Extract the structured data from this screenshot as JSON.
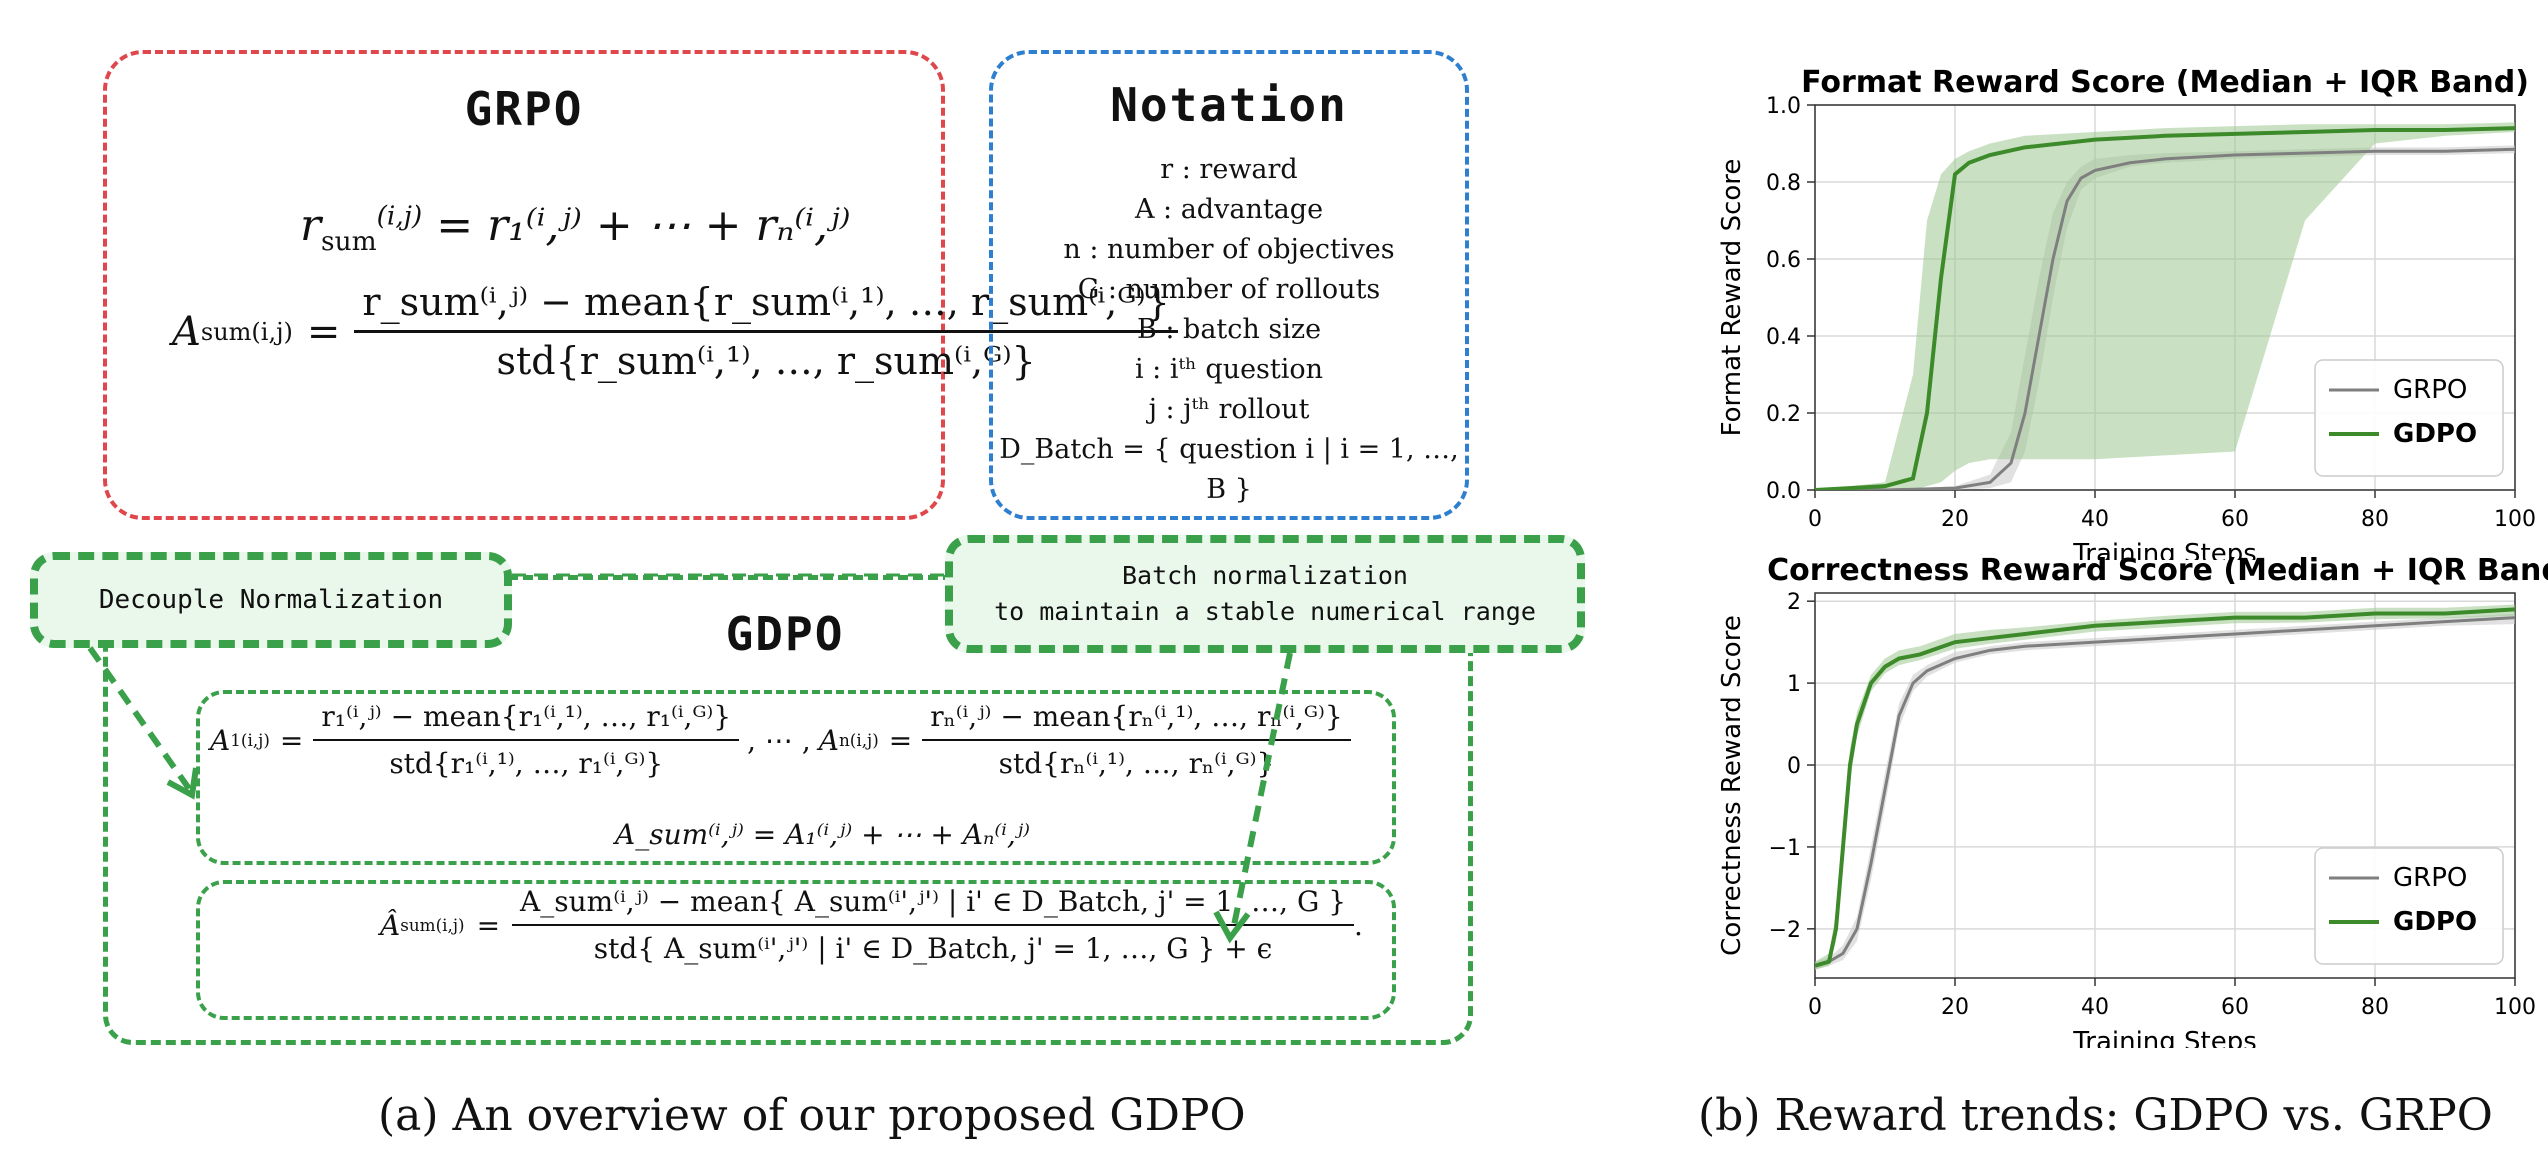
{
  "panel_a": {
    "grpo": {
      "title": "GRPO",
      "eq1_lhs": "r",
      "eq1_rhs": "= r₁⁽ⁱ,ʲ⁾ + ⋯ + rₙ⁽ⁱ,ʲ⁾",
      "eq2_lhs": "A",
      "eq2_num": "r_sum⁽ⁱ,ʲ⁾ − mean{r_sum⁽ⁱ,¹⁾, …, r_sum⁽ⁱ,ᴳ⁾}",
      "eq2_den": "std{r_sum⁽ⁱ,¹⁾, …, r_sum⁽ⁱ,ᴳ⁾}"
    },
    "notation": {
      "title": "Notation",
      "items": [
        "r : reward",
        "A : advantage",
        "n : number of objectives",
        "G : number of rollouts",
        "B : batch size",
        "i : iᵗʰ question",
        "j : jᵗʰ rollout",
        "D_Batch = { question i | i = 1, …, B }"
      ]
    },
    "gdpo": {
      "title": "GDPO",
      "decouple_label": "Decouple Normalization",
      "batch_label_line1": "Batch normalization",
      "batch_label_line2": "to maintain a stable numerical range",
      "eq_a1_num": "r₁⁽ⁱ,ʲ⁾ − mean{r₁⁽ⁱ,¹⁾, …, r₁⁽ⁱ,ᴳ⁾}",
      "eq_a1_den": "std{r₁⁽ⁱ,¹⁾, …, r₁⁽ⁱ,ᴳ⁾}",
      "eq_an_num": "rₙ⁽ⁱ,ʲ⁾ − mean{rₙ⁽ⁱ,¹⁾, …, rₙ⁽ⁱ,ᴳ⁾}",
      "eq_an_den": "std{rₙ⁽ⁱ,¹⁾, …, rₙ⁽ⁱ,ᴳ⁾}",
      "eq_sum": "A_sum⁽ⁱ,ʲ⁾ = A₁⁽ⁱ,ʲ⁾ + ⋯ + Aₙ⁽ⁱ,ʲ⁾",
      "eq_hat_num": "A_sum⁽ⁱ,ʲ⁾ − mean{ A_sum⁽ⁱ',ʲ'⁾ | i' ∈ D_Batch, j' = 1, …, G }",
      "eq_hat_den": "std{ A_sum⁽ⁱ',ʲ'⁾ | i' ∈ D_Batch, j' = 1, …, G } + ϵ"
    },
    "caption": "(a) An overview of our proposed GDPO"
  },
  "panel_b": {
    "caption": "(b) Reward trends: GDPO vs. GRPO"
  },
  "colors": {
    "grpo": "#7f7f7f",
    "gdpo": "#3d8a2a",
    "band": "#9cc98f",
    "red_box": "#e0474c",
    "blue_box": "#2f7fd0",
    "green_box": "#3aa14a"
  },
  "chart_data": [
    {
      "type": "line",
      "title": "Format Reward Score (Median + IQR Band)",
      "xlabel": "Training Steps",
      "ylabel": "Format Reward Score",
      "xlim": [
        0,
        100
      ],
      "ylim": [
        0,
        1.0
      ],
      "xticks": [
        0,
        20,
        40,
        60,
        80,
        100
      ],
      "yticks": [
        0.0,
        0.2,
        0.4,
        0.6,
        0.8,
        1.0
      ],
      "ytick_labels": [
        "0.0",
        "0.2",
        "0.4",
        "0.6",
        "0.8",
        "1.0"
      ],
      "grid": true,
      "legend": "bottom-right",
      "series": [
        {
          "name": "GRPO",
          "x": [
            0,
            10,
            20,
            25,
            28,
            30,
            32,
            34,
            36,
            38,
            40,
            45,
            50,
            60,
            70,
            80,
            90,
            100
          ],
          "values": [
            0.0,
            0.0,
            0.005,
            0.02,
            0.07,
            0.2,
            0.4,
            0.6,
            0.75,
            0.81,
            0.83,
            0.85,
            0.86,
            0.87,
            0.875,
            0.88,
            0.88,
            0.885
          ],
          "band_low": [
            0.0,
            0.0,
            0.0,
            0.005,
            0.02,
            0.1,
            0.28,
            0.5,
            0.68,
            0.78,
            0.81,
            0.84,
            0.85,
            0.86,
            0.865,
            0.87,
            0.87,
            0.875
          ],
          "band_high": [
            0.0,
            0.0,
            0.01,
            0.04,
            0.15,
            0.35,
            0.55,
            0.72,
            0.8,
            0.84,
            0.86,
            0.87,
            0.875,
            0.88,
            0.885,
            0.89,
            0.89,
            0.895
          ]
        },
        {
          "name": "GDPO",
          "x": [
            0,
            5,
            10,
            14,
            16,
            18,
            20,
            22,
            25,
            30,
            40,
            50,
            60,
            70,
            80,
            90,
            100
          ],
          "values": [
            0.0,
            0.005,
            0.01,
            0.03,
            0.2,
            0.55,
            0.82,
            0.85,
            0.87,
            0.89,
            0.91,
            0.92,
            0.925,
            0.93,
            0.935,
            0.935,
            0.94
          ],
          "band_low": [
            0.0,
            0.0,
            0.0,
            0.0,
            0.01,
            0.02,
            0.05,
            0.07,
            0.08,
            0.08,
            0.08,
            0.09,
            0.1,
            0.7,
            0.9,
            0.92,
            0.93
          ],
          "band_high": [
            0.0,
            0.01,
            0.02,
            0.3,
            0.7,
            0.82,
            0.86,
            0.88,
            0.9,
            0.92,
            0.93,
            0.94,
            0.945,
            0.95,
            0.95,
            0.95,
            0.955
          ]
        }
      ]
    },
    {
      "type": "line",
      "title": "Correctness Reward Score (Median + IQR Band",
      "xlabel": "Training Steps",
      "ylabel": "Correctness Reward Score",
      "xlim": [
        0,
        100
      ],
      "ylim": [
        -2.6,
        2.1
      ],
      "xticks": [
        0,
        20,
        40,
        60,
        80,
        100
      ],
      "yticks": [
        -2,
        -1,
        0,
        1,
        2
      ],
      "ytick_labels": [
        "−2",
        "−1",
        "0",
        "1",
        "2"
      ],
      "grid": true,
      "legend": "bottom-right",
      "series": [
        {
          "name": "GRPO",
          "x": [
            0,
            2,
            4,
            6,
            8,
            10,
            12,
            14,
            16,
            20,
            25,
            30,
            40,
            50,
            60,
            70,
            80,
            90,
            100
          ],
          "values": [
            -2.45,
            -2.4,
            -2.3,
            -2.0,
            -1.2,
            -0.3,
            0.6,
            1.0,
            1.15,
            1.3,
            1.4,
            1.45,
            1.5,
            1.55,
            1.6,
            1.65,
            1.7,
            1.75,
            1.8
          ],
          "band_low": [
            -2.5,
            -2.45,
            -2.38,
            -2.15,
            -1.4,
            -0.5,
            0.45,
            0.9,
            1.08,
            1.25,
            1.35,
            1.4,
            1.45,
            1.5,
            1.55,
            1.6,
            1.65,
            1.7,
            1.72
          ],
          "band_high": [
            -2.4,
            -2.35,
            -2.2,
            -1.85,
            -1.0,
            -0.1,
            0.75,
            1.1,
            1.22,
            1.38,
            1.45,
            1.5,
            1.55,
            1.6,
            1.65,
            1.7,
            1.75,
            1.8,
            1.85
          ]
        },
        {
          "name": "GDPO",
          "x": [
            0,
            2,
            3,
            4,
            5,
            6,
            8,
            10,
            12,
            15,
            20,
            25,
            30,
            40,
            50,
            60,
            70,
            80,
            90,
            100
          ],
          "values": [
            -2.45,
            -2.4,
            -2.0,
            -1.0,
            0.0,
            0.5,
            1.0,
            1.2,
            1.3,
            1.35,
            1.5,
            1.55,
            1.6,
            1.7,
            1.75,
            1.8,
            1.8,
            1.85,
            1.85,
            1.9
          ],
          "band_low": [
            -2.5,
            -2.45,
            -2.15,
            -1.2,
            -0.2,
            0.35,
            0.9,
            1.12,
            1.22,
            1.28,
            1.42,
            1.48,
            1.53,
            1.63,
            1.68,
            1.73,
            1.74,
            1.78,
            1.79,
            1.82
          ],
          "band_high": [
            -2.4,
            -2.3,
            -1.8,
            -0.8,
            0.2,
            0.65,
            1.1,
            1.3,
            1.4,
            1.45,
            1.6,
            1.65,
            1.68,
            1.76,
            1.82,
            1.87,
            1.87,
            1.92,
            1.92,
            1.96
          ]
        }
      ]
    }
  ]
}
